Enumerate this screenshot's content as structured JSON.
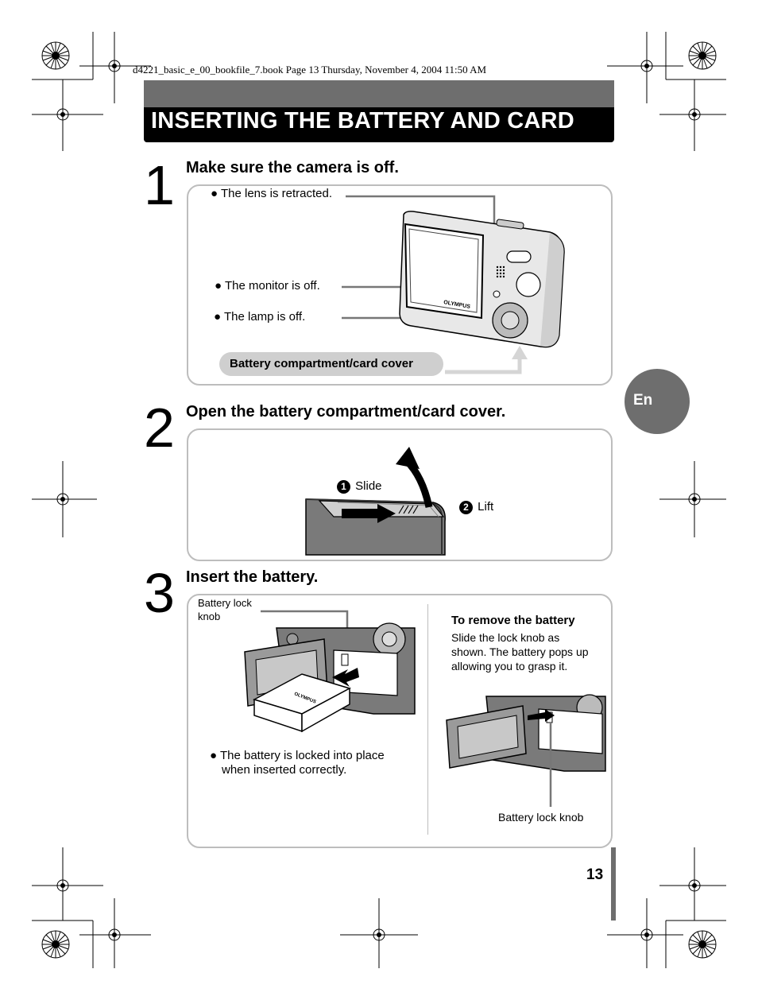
{
  "header_line": "d4221_basic_e_00_bookfile_7.book  Page 13  Thursday, November 4, 2004  11:50 AM",
  "title": "INSERTING THE BATTERY AND CARD",
  "side_tab": "En",
  "page_number": "13",
  "steps": [
    {
      "number": "1",
      "heading": "Make sure the camera is off.",
      "bullets": [
        "The lens is retracted.",
        "The monitor is off.",
        "The lamp is off."
      ],
      "callout": "Battery compartment/card cover",
      "camera_brand": "OLYMPUS"
    },
    {
      "number": "2",
      "heading": "Open the battery compartment/card cover.",
      "action1": "Slide",
      "action2": "Lift",
      "marker1": "1",
      "marker2": "2"
    },
    {
      "number": "3",
      "heading": "Insert the battery.",
      "lock_label_1": "Battery lock",
      "lock_label_2": "knob",
      "bullet_line_1": "The battery is locked into place",
      "bullet_line_2": "when inserted correctly.",
      "remove_heading": "To remove the battery",
      "remove_line_1": "Slide the lock knob as",
      "remove_line_2": "shown. The battery pops up",
      "remove_line_3": "allowing you to grasp it.",
      "lock_label_right": "Battery lock knob",
      "battery_brand": "OLYMPUS"
    }
  ],
  "bullet_glyph": "●"
}
